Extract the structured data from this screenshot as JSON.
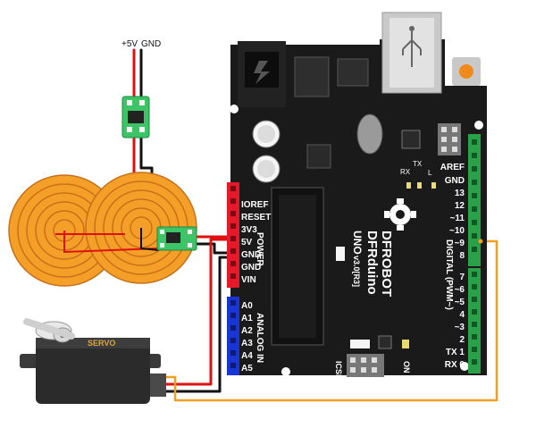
{
  "power_supply": {
    "plus": "+5V",
    "gnd": "GND"
  },
  "servo": {
    "label": "SERVO"
  },
  "board": {
    "brand": "DFROBOT",
    "model": "DFRduino",
    "version": "UNO",
    "revision": "v3.0[R3]",
    "icsp_label": "ICSP",
    "on_label": "ON",
    "rx_label": "RX",
    "tx_label": "TX",
    "l_label": "L",
    "power_header_title": "POWER",
    "analog_header_title": "ANALOG IN",
    "digital_header_title": "DIGITAL (PWM~)",
    "power_pins": [
      "IOREF",
      "RESET",
      "3V3",
      "5V",
      "GND",
      "GND",
      "VIN"
    ],
    "analog_pins": [
      "A0",
      "A1",
      "A2",
      "A3",
      "A4",
      "A5"
    ],
    "digital_top_pins": [
      "AREF",
      "GND",
      "13",
      "12",
      "~11",
      "~10",
      "~9",
      "8"
    ],
    "digital_bottom_pins": [
      "7",
      "~6",
      "~5",
      "4",
      "~3",
      "2",
      "TX 1",
      "RX 0"
    ]
  },
  "colors": {
    "board": "#1a1a1a",
    "power_header": "#e6192b",
    "analog_header": "#1a35d6",
    "digital_header": "#2aa148",
    "wire_red": "#e01010",
    "wire_black": "#111111",
    "wire_orange": "#f0a020",
    "coil": "#f4a028",
    "pcb_green": "#3cc466"
  }
}
